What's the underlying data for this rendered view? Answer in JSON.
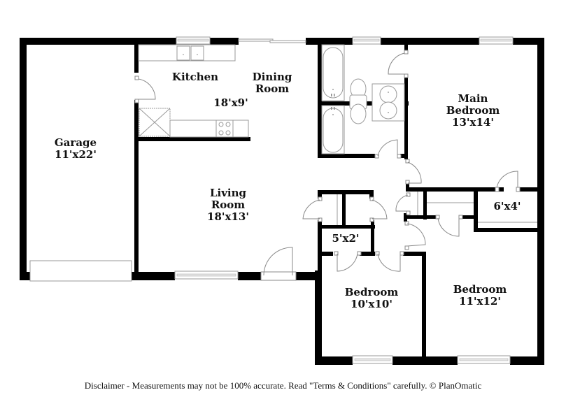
{
  "floorplan": {
    "colors": {
      "wall": "#000000",
      "fixture_line": "#9a9a9a",
      "background": "#ffffff",
      "text": "#111111"
    },
    "rooms": [
      {
        "id": "garage",
        "name": "Garage",
        "dimensions": "11'x22'"
      },
      {
        "id": "kitchen",
        "name": "Kitchen",
        "dimensions": ""
      },
      {
        "id": "dining-room",
        "name_line1": "Dining",
        "name_line2": "Room",
        "dimensions": "18'x9'"
      },
      {
        "id": "living-room",
        "name_line1": "Living",
        "name_line2": "Room",
        "dimensions": "18'x13'"
      },
      {
        "id": "main-bedroom",
        "name_line1": "Main",
        "name_line2": "Bedroom",
        "dimensions": "13'x14'"
      },
      {
        "id": "bedroom-1",
        "name": "Bedroom",
        "dimensions": "10'x10'"
      },
      {
        "id": "bedroom-2",
        "name": "Bedroom",
        "dimensions": "11'x12'"
      },
      {
        "id": "closet-1",
        "name": "",
        "dimensions": "5'x2'"
      },
      {
        "id": "closet-2",
        "name": "",
        "dimensions": "6'x4'"
      }
    ]
  },
  "footer": {
    "disclaimer": "Disclaimer - Measurements may not be 100% accurate. Read \"Terms & Conditions\" carefully. © PlanOmatic"
  }
}
